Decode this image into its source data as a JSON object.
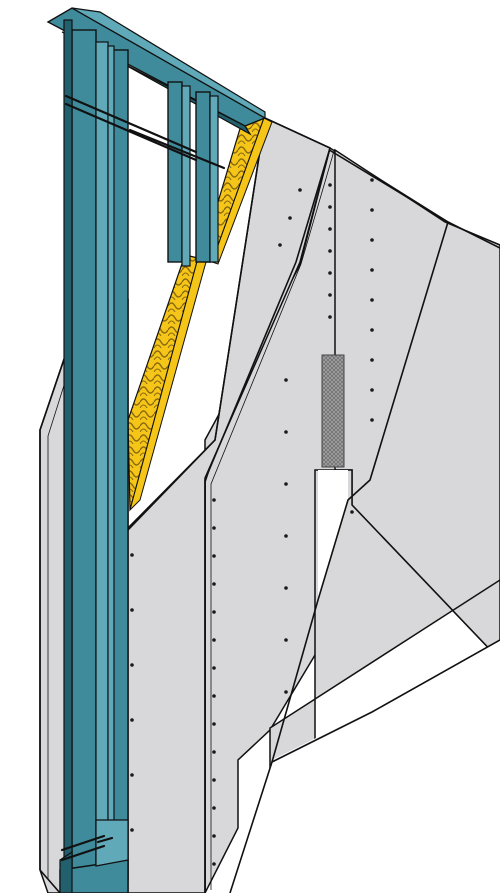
{
  "diagram": {
    "colors": {
      "steel_fill": "#3f8b9b",
      "steel_light": "#5fa9b8",
      "steel_dark": "#22606e",
      "outline": "#111111",
      "board_fill": "#d8d8da",
      "board_edge": "#f4f4f4",
      "insulation_fill": "#f5c518",
      "insulation_pattern": "#8a6a10",
      "mesh_fill": "#9a9a9a",
      "screw": "#1a1a1a",
      "background": "#ffffff"
    },
    "icons": {
      "frame": "steel-stud-frame",
      "insulation": "mineral-wool-insulation",
      "boards": "plasterboard-layers",
      "joint": "mesh-joint-tape",
      "fixings": "screw-fixings"
    }
  }
}
